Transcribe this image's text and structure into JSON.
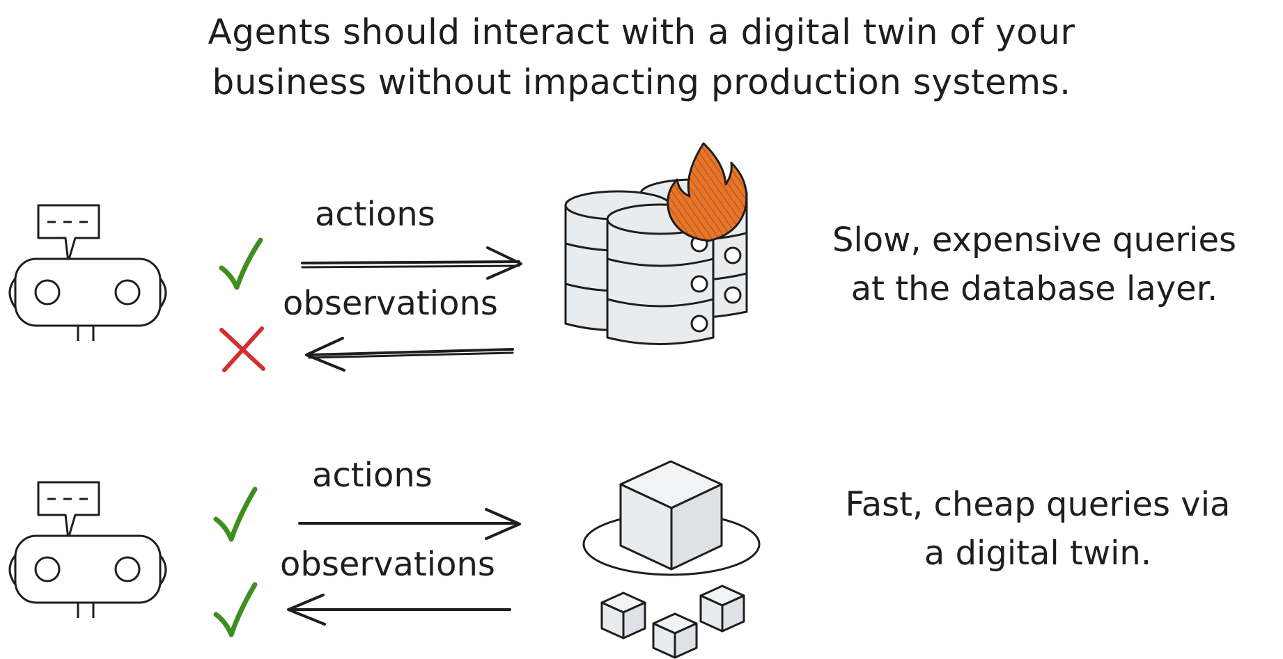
{
  "title": {
    "line1": "Agents should interact with a digital twin of your",
    "line2": "business without impacting production systems."
  },
  "rows": [
    {
      "actions_label": "actions",
      "observations_label": "observations",
      "actions_status": "check",
      "observations_status": "cross",
      "target": "database",
      "description": {
        "line1": "Slow, expensive queries",
        "line2": "at the database layer."
      }
    },
    {
      "actions_label": "actions",
      "observations_label": "observations",
      "actions_status": "check",
      "observations_status": "check",
      "target": "digital-twin",
      "description": {
        "line1": "Fast, cheap queries via",
        "line2": "a digital twin."
      }
    }
  ],
  "colors": {
    "ink": "#1e1e1e",
    "check": "#3f8f1f",
    "cross": "#d32f2f",
    "fire": "#e8762a",
    "fill": "#e9ecef"
  },
  "icons": [
    "robot-icon",
    "speech-bubble-icon",
    "check-icon",
    "cross-icon",
    "arrow-right-icon",
    "arrow-left-icon",
    "database-icon",
    "fire-icon",
    "cube-icon"
  ]
}
